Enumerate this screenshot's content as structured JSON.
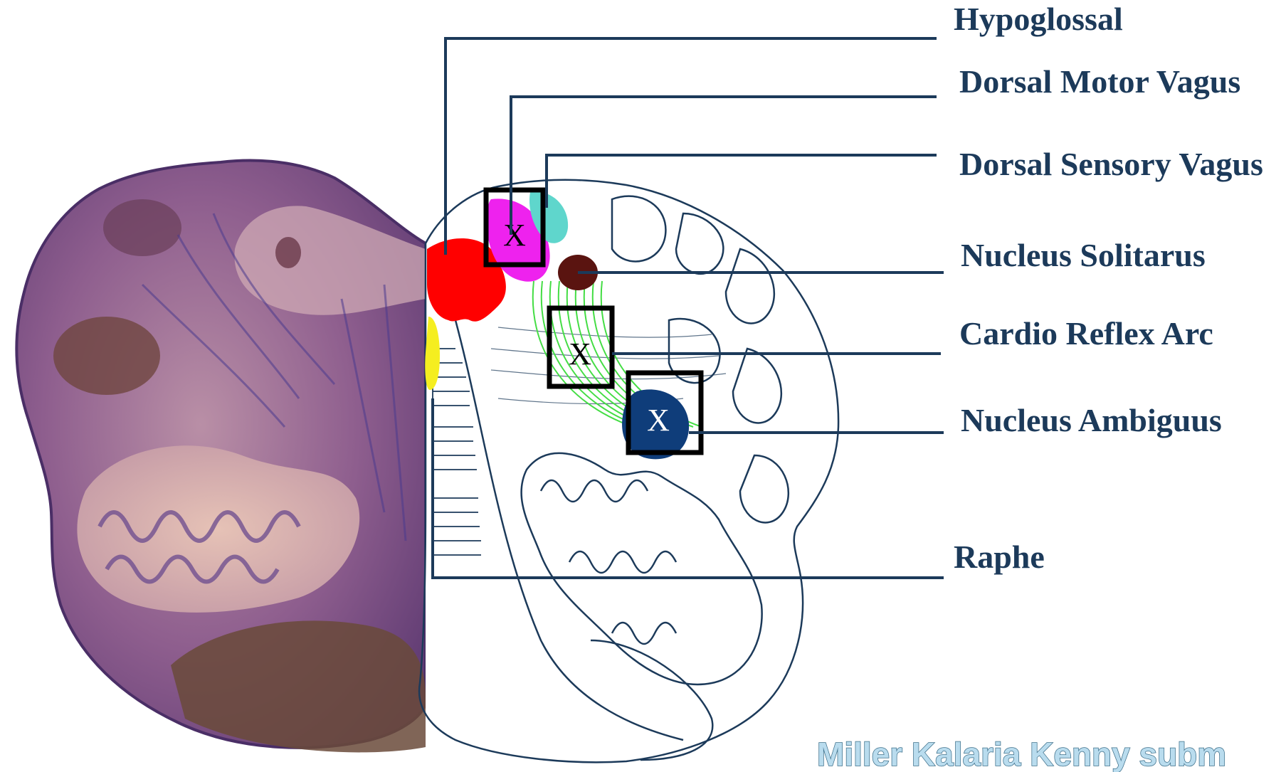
{
  "labels": {
    "hypoglossal": "Hypoglossal",
    "dorsal_motor_vagus": "Dorsal Motor Vagus",
    "dorsal_sensory_vagus": "Dorsal Sensory Vagus",
    "nucleus_solitarus": "Nucleus Solitarus",
    "cardio_reflex_arc": "Cardio Reflex Arc",
    "nucleus_ambiguus": "Nucleus Ambiguus",
    "raphe": "Raphe"
  },
  "marks": {
    "dorsal_motor_vagus": "X",
    "cardio_reflex_arc": "X",
    "nucleus_ambiguus": "X"
  },
  "credit": "Miller Kalaria Kenny subm",
  "colors": {
    "leader_line": "#1c3a5a",
    "hypoglossal": "#ff0000",
    "dorsal_motor_vagus": "#ee22ee",
    "dorsal_sensory_vagus": "#5fd6cc",
    "nucleus_solitarus": "#5a1410",
    "nucleus_ambiguus": "#0f3d7a",
    "raphe_marker": "#f5ee20",
    "reflex_fibers": "#44dd44",
    "stain": "#7a4a86"
  }
}
